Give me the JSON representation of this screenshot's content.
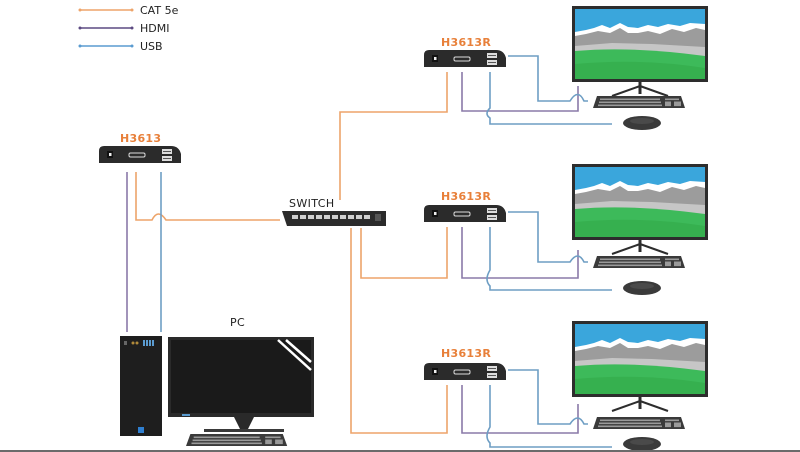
{
  "legend": {
    "items": [
      {
        "label": "CAT 5e",
        "color": "#eda46a"
      },
      {
        "label": "HDMI",
        "color": "#5c4a82"
      },
      {
        "label": "USB",
        "color": "#5a9bd0"
      }
    ]
  },
  "devices": {
    "transmitter": {
      "label": "H3613"
    },
    "switch": {
      "label": "SWITCH"
    },
    "receivers": [
      {
        "label": "H3613R"
      },
      {
        "label": "H3613R"
      },
      {
        "label": "H3613R"
      }
    ],
    "pc": {
      "label": "PC"
    }
  },
  "colors": {
    "cat5e": "#eda46a",
    "hdmi": "#8a7aa8",
    "usb": "#6e9ec4",
    "device_body": "#2b2b2b",
    "label_accent": "#e8803a",
    "sky": "#3aa6dc",
    "grass": "#3dba5a",
    "mountain": "#9c9c9c"
  }
}
